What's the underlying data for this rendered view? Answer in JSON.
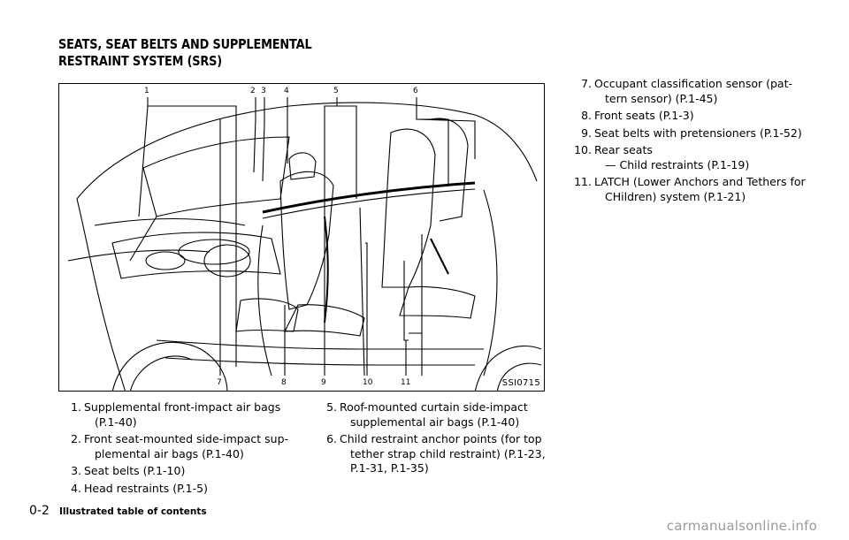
{
  "section_title": {
    "line1": "SEATS, SEAT BELTS AND SUPPLEMENTAL",
    "line2": "RESTRAINT SYSTEM (SRS)"
  },
  "figure": {
    "code": "SSI0715",
    "callouts_top": [
      "1",
      "2",
      "3",
      "4",
      "5",
      "6"
    ],
    "callouts_bottom": [
      "7",
      "8",
      "9",
      "10",
      "11"
    ]
  },
  "items_left": [
    {
      "num": "1.",
      "text": "Supplemental front-impact air bags",
      "cont": "(P.1-40)"
    },
    {
      "num": "2.",
      "text": "Front seat-mounted side-impact sup-",
      "cont": "plemental air bags (P.1-40)"
    },
    {
      "num": "3.",
      "text": "Seat belts (P.1-10)",
      "cont": ""
    },
    {
      "num": "4.",
      "text": "Head restraints (P.1-5)",
      "cont": ""
    }
  ],
  "items_mid": [
    {
      "num": "5.",
      "text": "Roof-mounted curtain side-impact",
      "cont": "supplemental air bags (P.1-40)"
    },
    {
      "num": "6.",
      "text": "Child restraint anchor points (for top",
      "cont": "tether strap child restraint) (P.1-23,",
      "cont2": "P.1-31, P.1-35)"
    }
  ],
  "items_right": [
    {
      "num": "7.",
      "text": "Occupant classification sensor (pat-",
      "cont": "tern sensor) (P.1-45)"
    },
    {
      "num": "8.",
      "text": "Front seats (P.1-3)",
      "cont": ""
    },
    {
      "num": "9.",
      "text": "Seat belts with pretensioners (P.1-52)",
      "cont": ""
    },
    {
      "num": "10.",
      "text": "Rear seats",
      "cont": "— Child restraints (P.1-19)"
    },
    {
      "num": "11.",
      "text": "LATCH (Lower Anchors and Tethers for",
      "cont": "CHildren) system (P.1-21)"
    }
  ],
  "footer": {
    "page_number": "0-2",
    "page_label": "Illustrated table of contents"
  },
  "watermark": "carmanualsonline.info"
}
